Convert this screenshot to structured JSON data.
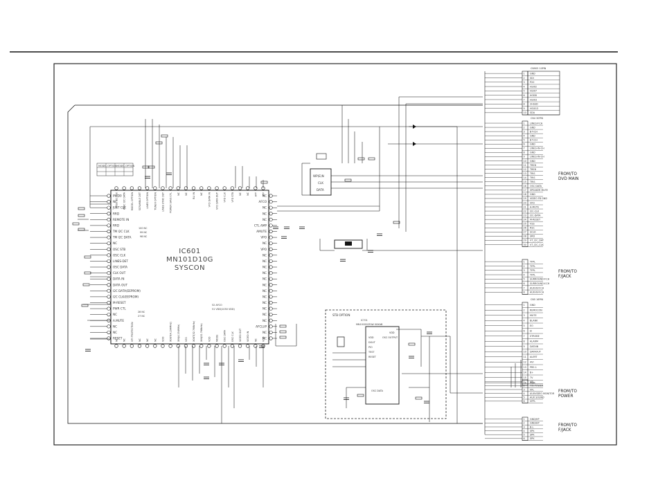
{
  "ic_main": {
    "ref": "IC601",
    "part": "MN101D10G",
    "name": "SYSCON",
    "left_pins": [
      "IRED0",
      "NC",
      "JUST CLK",
      "RRD",
      "REMOTE IN",
      "RRD",
      "TM I2C CLK",
      "TM I2C DATA",
      "NC",
      "OSC STB",
      "OSC CLK",
      "LINES-DET",
      "OSC DATA",
      "CLK OUT",
      "DATA IN",
      "DATA OUT",
      "I2C DATA(EEPROM)",
      "I2C CLK(EEPROM)",
      "M-RESET",
      "PWR CTL",
      "NC",
      "A.MUTE",
      "NC",
      "NC",
      "RESET"
    ],
    "right_pins": [
      "NC",
      "AFCO",
      "NC",
      "NC",
      "NC",
      "CTL AMP",
      "AMUTE",
      "VPO",
      "NC",
      "VPO",
      "NC",
      "NC",
      "NC",
      "NC",
      "NC",
      "NC",
      "NC",
      "NC",
      "NC",
      "NC",
      "NC",
      "NC",
      "AFCLUP",
      "NC",
      "NC"
    ],
    "top_pins": [
      "ATSC I2C CLK",
      "ATSC I2C DATA",
      "MODEL OPTION",
      "SCRAMBLE DET",
      "LINES OPTION",
      "TUNER OPTION",
      "LINES SYNC DET",
      "POWER SAVE CTL",
      "NC",
      "NC",
      "BLI IN",
      "NC",
      "VFD DATA IN",
      "VFD DATA OUT",
      "VFD CLK",
      "VFD STB",
      "NC",
      "NC",
      "AFT",
      "ATP"
    ],
    "bottom_pins": [
      "NC",
      "NC",
      "HPI PROTECTION",
      "NC",
      "NC",
      "NC",
      "VDD",
      "XOUT(4.194MHz)",
      "XIN(4.194MHz)",
      "VSS",
      "XOUT(32.768kHz)",
      "XIN(32.768kHz)",
      "VDD",
      "MODE",
      "OSC DATA",
      "OSC CLK",
      "VIDEO OUT",
      "VIDEO IN",
      "NC",
      "VDD"
    ],
    "inner_labels": [
      "100 NC",
      "99 NC",
      "98 NC",
      "28 NC",
      "27 NC",
      "52 AFCO",
      "51 VDD(1050 VDD)"
    ]
  },
  "eeprom": {
    "pins": [
      "WP(E)N",
      "CLK",
      "DATA"
    ]
  },
  "option_table": {
    "headers": [
      "MODEL",
      "OPTION",
      "MODEL",
      "OPTION"
    ]
  },
  "stb_block": {
    "title": "STB OPTION",
    "ref": "IC701",
    "part": "MN101D02FLW 0XXAB",
    "left_pins": [
      "VDD",
      "DOUT",
      "PIO",
      "TEST",
      "RESET"
    ],
    "right_pins": [
      "OSC OUTPUT",
      "VDD"
    ],
    "bottom_label": "OSC DATA"
  },
  "connectors": [
    {
      "header": "CN905 10PIN",
      "pins": [
        "GND",
        "SDI",
        "P20",
        "HSI02",
        "HSI07",
        "XGDD",
        "HSI03",
        "2HSSD",
        "HSI013",
        "SDA"
      ],
      "side_label": ""
    },
    {
      "header": "CN4 30PIN",
      "pins": [
        "LINES-Y-CH",
        "GND",
        "B-Y-CH",
        "GND",
        "B-Y-CH",
        "GND",
        "LINES-IN-CH",
        "GND",
        "LINES-IN-CH",
        "GND",
        "TREB",
        "TREB",
        "TRIS",
        "TRIS",
        "TRIS",
        "OSC DATA",
        "SPEAKER MUTE",
        "GND",
        "VIDEO FB GND",
        "VFD",
        "A-MUTE",
        "I2C-CLK",
        "I2C-DATA",
        "M-RESET",
        "VSS",
        "RSC",
        "SCLK",
        "SRD",
        "VT_I2C_DAT",
        "VT_I2C_CLK"
      ],
      "side_label": "FROM/TO\nDVD MAIN"
    },
    {
      "header": "",
      "pins": [
        "TFPL",
        "TFPL",
        "TFPL",
        "TFPL",
        "SURROUND-Y-CH",
        "SURROUND-Y-CH",
        "AUX-IN-Y-CH",
        "AUX-IN-Y-CH"
      ],
      "side_label": "FROM/TO\nF/JACK"
    },
    {
      "header": "CN5 16PIN",
      "pins": [
        "GND",
        "REMOCON",
        "MUTE",
        "BLANK",
        "EO",
        "EI",
        "STROBE",
        "ALARM",
        "DATAIN",
        "DATAOUT",
        "ALERT",
        "4VI",
        "PRE-1",
        "B+",
        "7V",
        "PWR"
      ],
      "side_label": ""
    },
    {
      "header": "",
      "pins": [
        "VFL",
        "FIN-POWER",
        "VFL",
        "AUXVIDEO MONITOR",
        "AUX SOUND",
        "VFPL"
      ],
      "side_label": "FROM/TO\nPOWER"
    },
    {
      "header": "",
      "pins": [
        "GND/HP",
        "GND/HP",
        "B-L",
        "SPK",
        "SPK",
        "SPK"
      ],
      "side_label": "FROM/TO\nF/JACK"
    }
  ],
  "colors": {
    "line": "#1a1a1a",
    "text": "#222222"
  }
}
